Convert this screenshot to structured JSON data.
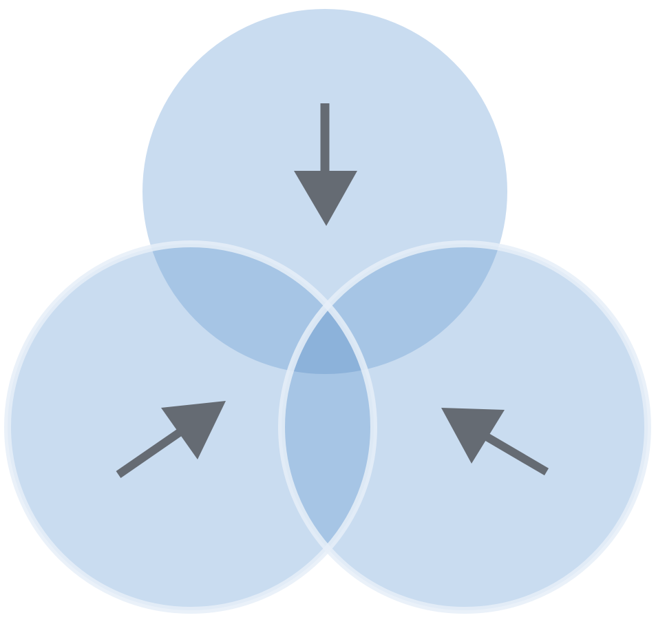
{
  "diagram": {
    "type": "venn",
    "sets": [
      {
        "id": "top",
        "label": ""
      },
      {
        "id": "bottom-left",
        "label": ""
      },
      {
        "id": "bottom-right",
        "label": ""
      }
    ],
    "arrows": [
      {
        "in_set": "top",
        "points_toward": "center",
        "icon": "arrow-down-icon"
      },
      {
        "in_set": "bottom-left",
        "points_toward": "center",
        "icon": "arrow-up-right-icon"
      },
      {
        "in_set": "bottom-right",
        "points_toward": "center",
        "icon": "arrow-up-left-icon"
      }
    ],
    "colors": {
      "circle_fill": "#c9dcf0",
      "circle_outline": "#e6eef8",
      "overlap_fill": "#a6c5e5",
      "center_fill": "#8cb2da",
      "arrow": "#656b73",
      "background": "#ffffff"
    }
  }
}
